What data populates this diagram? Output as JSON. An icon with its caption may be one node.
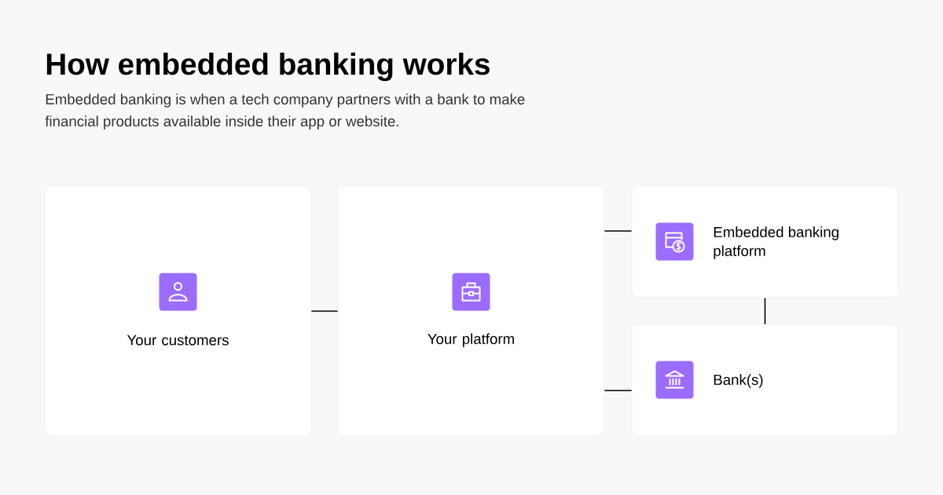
{
  "diagram": {
    "title": "How embedded banking works",
    "nodes": [
      {
        "text": [
          "Your customers"
        ]
      },
      {
        "text": [
          "Your platform"
        ]
      },
      {
        "text": [
          "Embedded banking platform"
        ]
      },
      {
        "text": [
          "Bank(s)"
        ]
      }
    ],
    "edges": [
      {
        "from": 0,
        "to": 1,
        "arrow": "none"
      },
      {
        "from": 1,
        "to": 2,
        "arrow": "none"
      },
      {
        "from": 1,
        "to": 3,
        "arrow": "none"
      },
      {
        "from": 2,
        "to": 3,
        "arrow": "none"
      }
    ],
    "labels": [
      "Embedded banking is when a tech company partners with a bank to make financial products available inside their app or website."
    ]
  }
}
